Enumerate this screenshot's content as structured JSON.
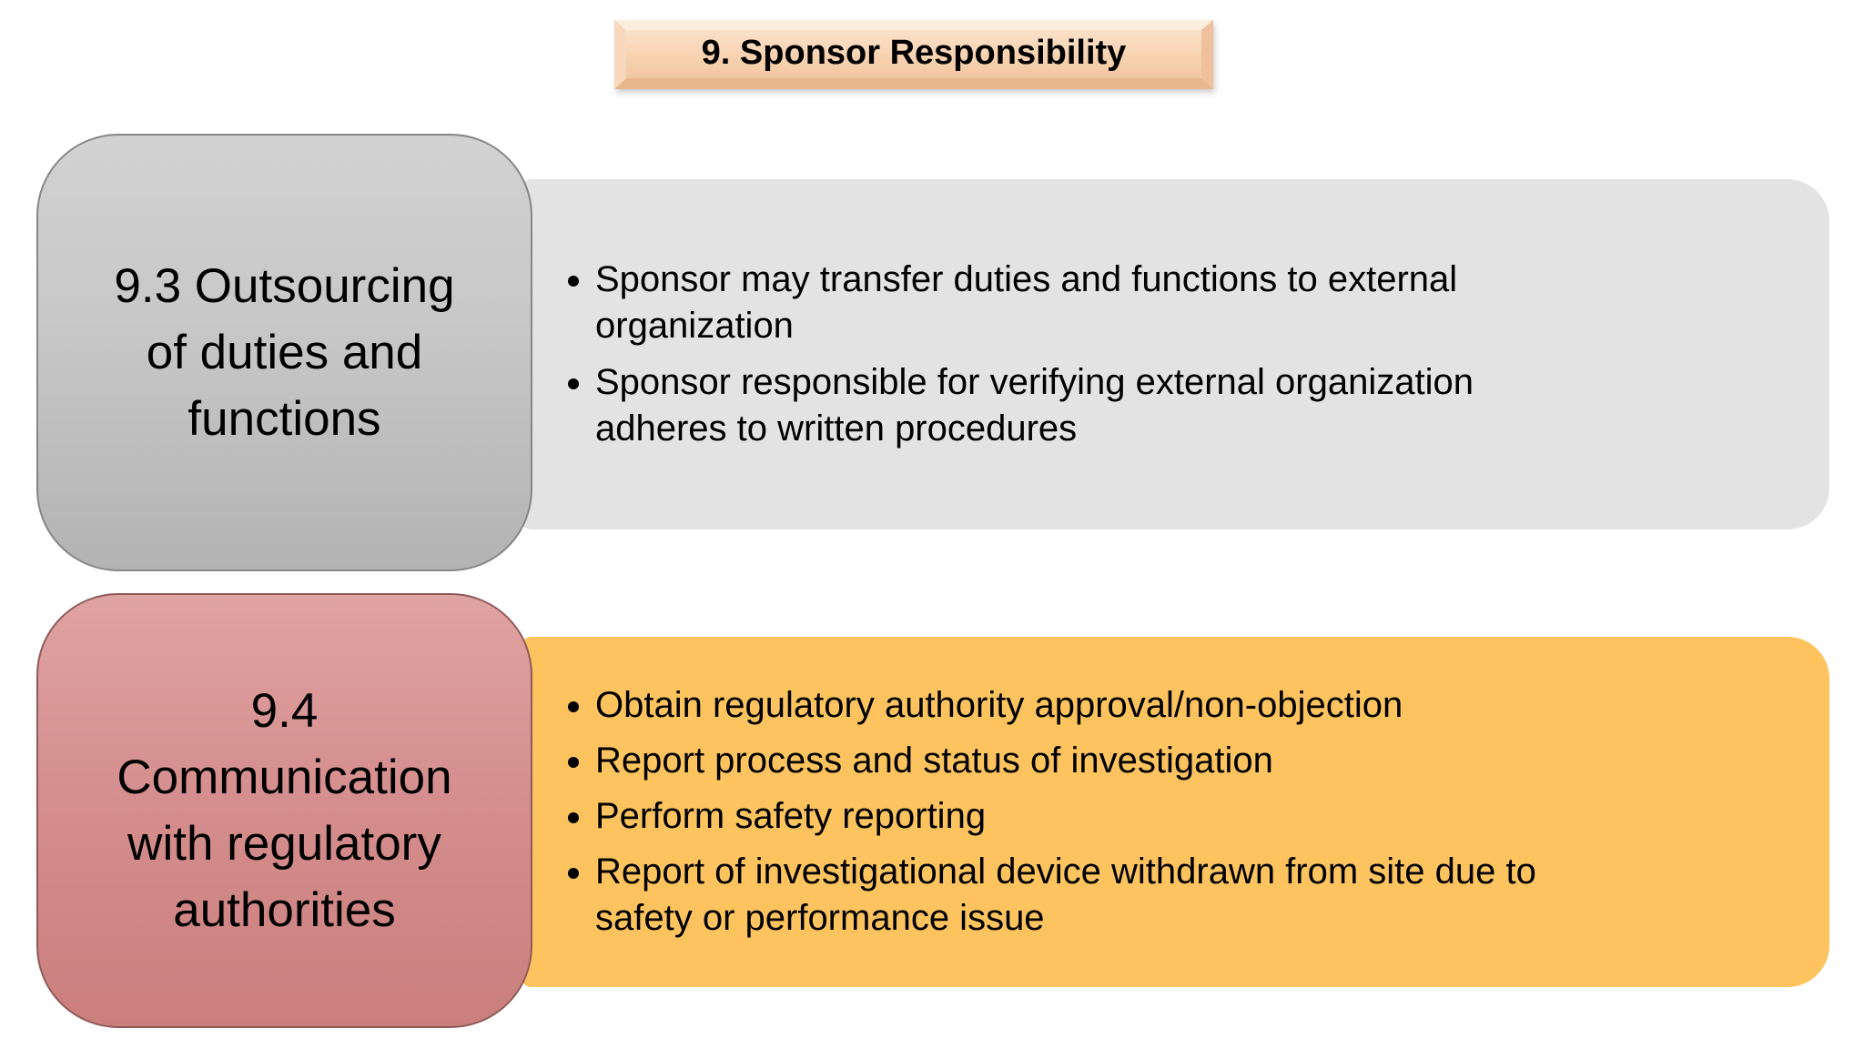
{
  "slide": {
    "title": "9. Sponsor Responsibility",
    "rows": [
      {
        "label": "9.3 Outsourcing\nof duties and\nfunctions",
        "bullets": [
          "Sponsor may transfer duties and functions to external\norganization",
          "Sponsor responsible for verifying external organization\nadheres to written procedures"
        ]
      },
      {
        "label": "9.4\nCommunication\nwith regulatory\nauthorities",
        "bullets": [
          "Obtain regulatory authority approval/non-objection",
          "Report process and status of investigation",
          "Perform safety reporting",
          "Report of investigational device withdrawn from site due to\nsafety or performance issue"
        ]
      }
    ],
    "colors": {
      "banner_fill_top": "#fbe2ca",
      "banner_fill_bottom": "#f2c7a1",
      "gray_label_top": "#d2d2d2",
      "gray_label_bottom": "#b3b3b3",
      "gray_content": "#e4e3e3",
      "pink_label_top": "#dfa3a2",
      "pink_label_bottom": "#ca7f7c",
      "orange_content": "#fcc35f",
      "text": "#000000"
    }
  }
}
